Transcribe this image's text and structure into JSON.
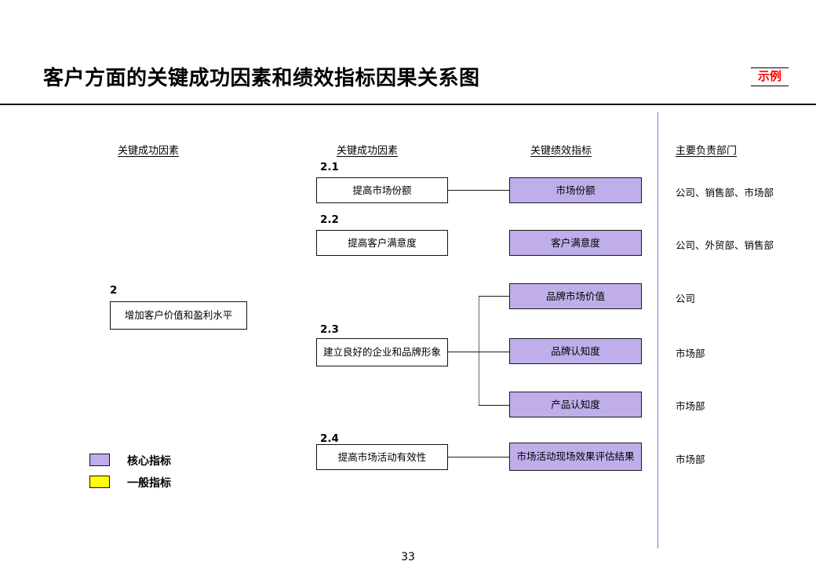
{
  "header": {
    "title": "客户方面的关键成功因素和绩效指标因果关系图",
    "badge": "示例"
  },
  "columns": {
    "strategic_objective": "关键成功因素",
    "csf": "关键成功因素",
    "kpi": "关键绩效指标",
    "department": "主要负责部门"
  },
  "objective": {
    "number": "2",
    "label": "增加客户价值和盈利水平"
  },
  "rows": [
    {
      "number": "2.1",
      "csf": "提高市场份额",
      "kpis": [
        "市场份额"
      ],
      "department": "公司、销售部、市场部"
    },
    {
      "number": "2.2",
      "csf": "提高客户满意度",
      "kpis": [
        "客户满意度"
      ],
      "department": "公司、外贸部、销售部"
    },
    {
      "number": "2.3",
      "csf": "建立良好的企业和品牌形象",
      "kpis": [
        "品牌市场价值",
        "品牌认知度",
        "产品认知度"
      ],
      "departments": [
        "公司",
        "市场部",
        "市场部"
      ]
    },
    {
      "number": "2.4",
      "csf": "提高市场活动有效性",
      "kpis": [
        "市场活动现场效果评估结果"
      ],
      "department": "市场部"
    }
  ],
  "kpi_boxes": {
    "market_share": "市场份额",
    "customer_satisfaction": "客户满意度",
    "brand_market_value": "品牌市场价值",
    "brand_awareness": "品牌认知度",
    "product_awareness": "产品认知度",
    "campaign_effect": "市场活动现场效果评估结果"
  },
  "departments": {
    "d1": "公司、销售部、市场部",
    "d2": "公司、外贸部、销售部",
    "d3": "公司",
    "d4": "市场部",
    "d5": "市场部",
    "d6": "市场部"
  },
  "legend": {
    "core": "核心指标",
    "normal": "一般指标",
    "core_color": "#bfaee9",
    "normal_color": "#ffff00"
  },
  "footer": {
    "page_number": "33"
  },
  "colors": {
    "core_fill": "#bfaee9",
    "normal_fill": "#ffff00",
    "badge_text": "#ff0000",
    "divider": "#7f7fc4",
    "box_border": "#1a1a1a"
  }
}
